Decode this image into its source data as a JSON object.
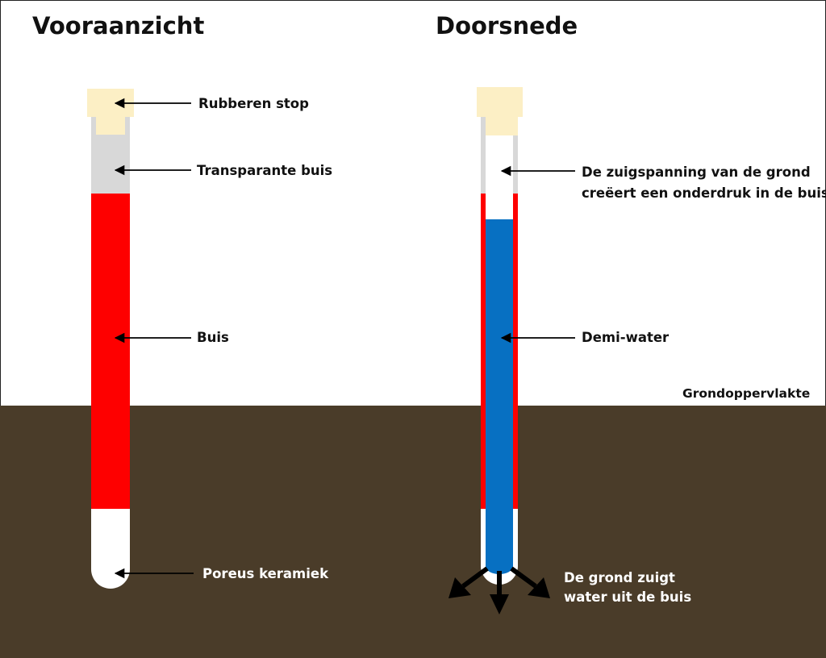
{
  "titles": {
    "front": "Vooraanzicht",
    "section": "Doorsnede"
  },
  "labels": {
    "stopper": "Rubberen stop",
    "transparent_tube": "Transparante buis",
    "tube": "Buis",
    "ceramic": "Poreus keramiek",
    "suction_line1": "De zuigspanning van de grond",
    "suction_line2": "creëert een onderdruk in de buis",
    "demi_water": "Demi-water",
    "ground_surface": "Grondoppervlakte",
    "soil_draw_line1": "De grond zuigt",
    "soil_draw_line2": "water uit de buis"
  },
  "colors": {
    "soil": "#4a3c29",
    "tube_red": "#fe0000",
    "water_blue": "#0770c2",
    "stopper": "#fcefc5",
    "transparent": "#d8d8d8",
    "ceramic": "#ffffff",
    "arrow": "#000000"
  }
}
